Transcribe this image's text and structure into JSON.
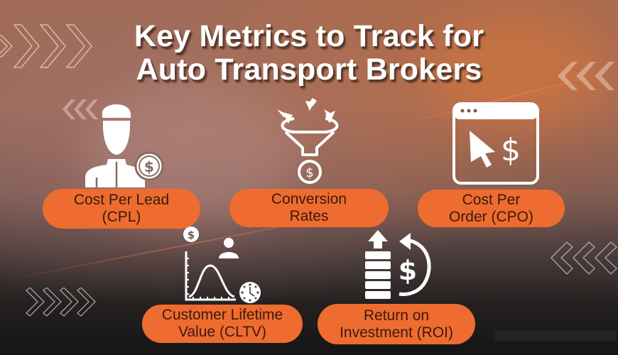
{
  "title": {
    "line1": "Key Metrics to Track for",
    "line2": "Auto Transport Brokers"
  },
  "colors": {
    "pill": "#ee6c30",
    "pill_text": "#3a1a0e",
    "title": "#ffffff",
    "icon": "#ffffff"
  },
  "metrics": [
    {
      "icon": "person-dollar-icon",
      "line1": "Cost Per Lead",
      "line2": "(CPL)"
    },
    {
      "icon": "funnel-dollar-icon",
      "line1": "Conversion",
      "line2": "Rates"
    },
    {
      "icon": "browser-cursor-dollar-icon",
      "line1": "Cost Per",
      "line2": "Order (CPO)"
    },
    {
      "icon": "lifetime-curve-chart-icon",
      "line1": "Customer Lifetime",
      "line2": "Value (CLTV)"
    },
    {
      "icon": "coins-return-dollar-icon",
      "line1": "Return on",
      "line2": "Investment (ROI)"
    }
  ]
}
